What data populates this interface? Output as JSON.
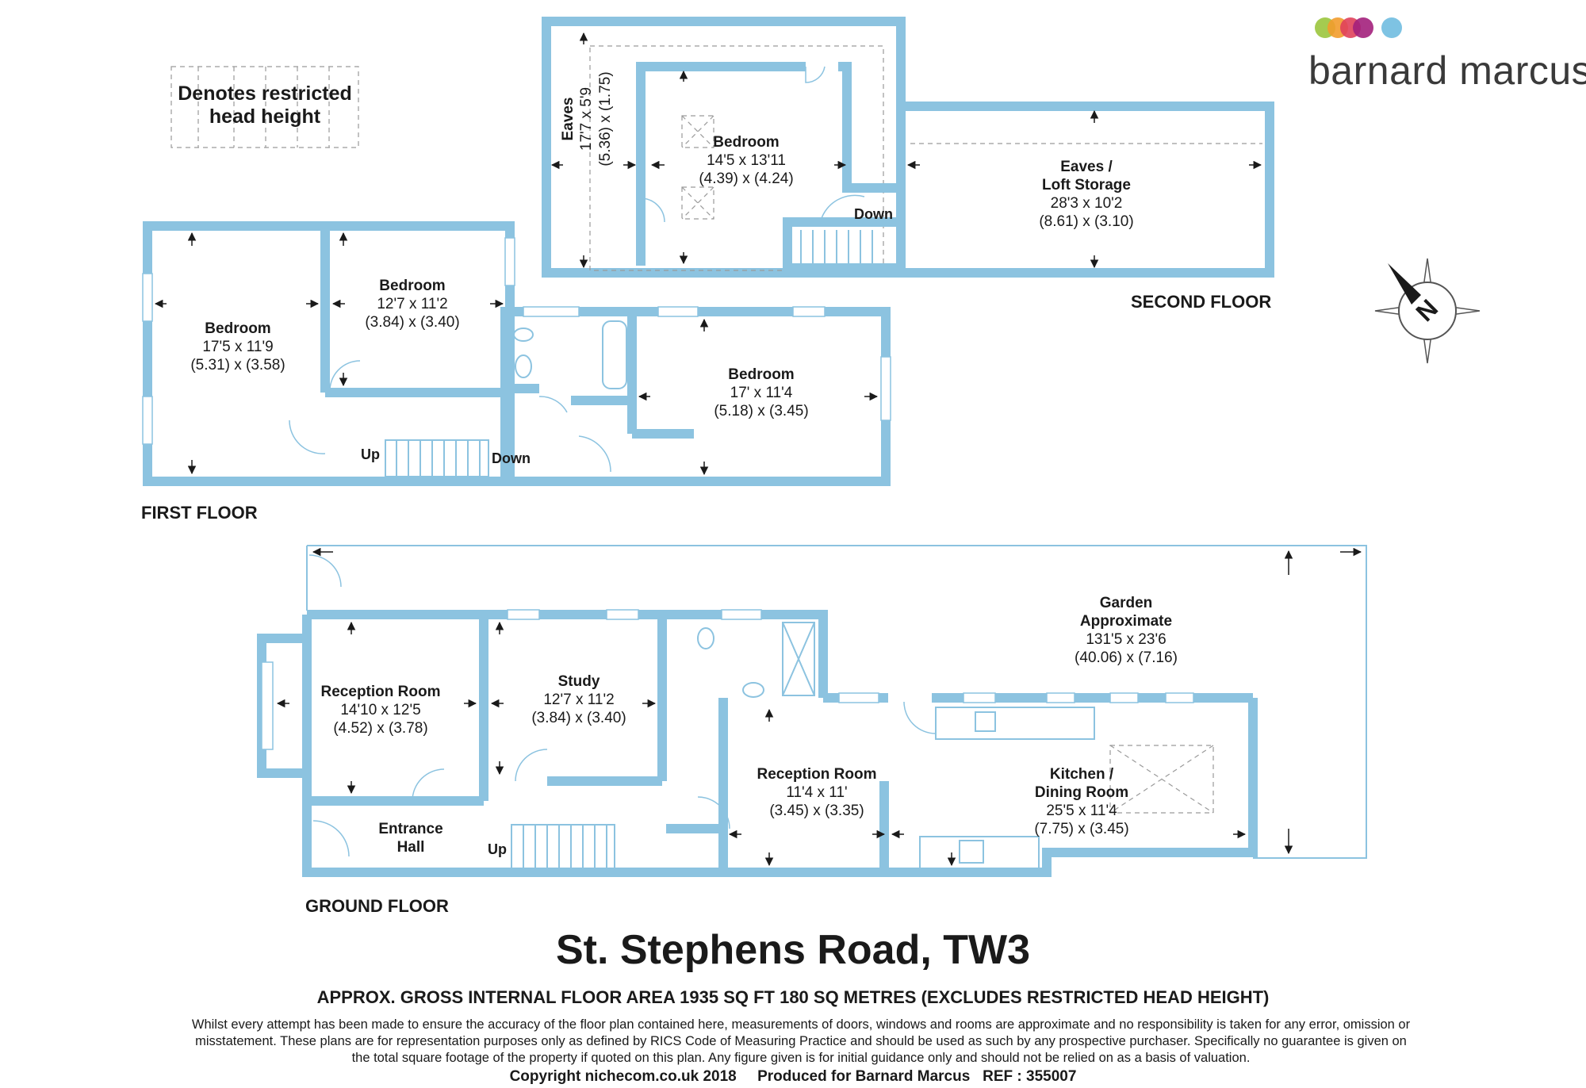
{
  "brand": {
    "name": "barnard marcus",
    "dot_colors": [
      "#9bc53d",
      "#f29c2c",
      "#e0415b",
      "#a3207c",
      "#7ec3e3"
    ]
  },
  "legend": {
    "line1": "Denotes restricted",
    "line2": "head height"
  },
  "colors": {
    "wall": "#8cc3e0",
    "text": "#1a1a1a"
  },
  "floors": {
    "second": {
      "label": "SECOND FLOOR",
      "eaves": {
        "name": "Eaves",
        "imperial": "17'7 x 5'9",
        "metric": "(5.36) x (1.75)"
      },
      "bedroom": {
        "name": "Bedroom",
        "imperial": "14'5 x 13'11",
        "metric": "(4.39) x (4.24)"
      },
      "loft": {
        "name1": "Eaves /",
        "name2": "Loft Storage",
        "imperial": "28'3 x 10'2",
        "metric": "(8.61) x (3.10)"
      },
      "stairs": "Down"
    },
    "first": {
      "label": "FIRST FLOOR",
      "bedroom1": {
        "name": "Bedroom",
        "imperial": "17'5 x 11'9",
        "metric": "(5.31) x (3.58)"
      },
      "bedroom2": {
        "name": "Bedroom",
        "imperial": "12'7 x 11'2",
        "metric": "(3.84) x (3.40)"
      },
      "bedroom3": {
        "name": "Bedroom",
        "imperial": "17' x 11'4",
        "metric": "(5.18) x (3.45)"
      },
      "stairs_up": "Up",
      "stairs_down": "Down"
    },
    "ground": {
      "label": "GROUND FLOOR",
      "reception1": {
        "name": "Reception Room",
        "imperial": "14'10 x 12'5",
        "metric": "(4.52) x (3.78)"
      },
      "study": {
        "name": "Study",
        "imperial": "12'7 x 11'2",
        "metric": "(3.84) x (3.40)"
      },
      "reception2": {
        "name": "Reception Room",
        "imperial": "11'4 x 11'",
        "metric": "(3.45) x (3.35)"
      },
      "kitchen": {
        "name1": "Kitchen /",
        "name2": "Dining Room",
        "imperial": "25'5 x 11'4",
        "metric": "(7.75) x (3.45)"
      },
      "garden": {
        "name1": "Garden",
        "name2": "Approximate",
        "imperial": "131'5 x 23'6",
        "metric": "(40.06) x (7.16)"
      },
      "hall": {
        "name1": "Entrance",
        "name2": "Hall"
      },
      "stairs_up": "Up"
    }
  },
  "compass": {
    "letter": "N"
  },
  "title": "St. Stephens Road, TW3",
  "area": "APPROX. GROSS INTERNAL FLOOR AREA 1935 SQ FT 180 SQ METRES (EXCLUDES RESTRICTED HEAD HEIGHT)",
  "disclaimer": "Whilst every attempt has been made to ensure the accuracy of the floor plan contained here, measurements of doors, windows and rooms are approximate and no responsibility is taken for any error, omission or misstatement. These plans are for representation purposes only as defined by RICS Code of Measuring Practice and should be used as such by any prospective purchaser. Specifically no guarantee is given on the total square footage of the property if quoted on this plan. Any figure given is for initial guidance only and should not be relied on as a basis of valuation.",
  "copyright": "Copyright nichecom.co.uk 2018     Produced for Barnard Marcus   REF : 355007"
}
